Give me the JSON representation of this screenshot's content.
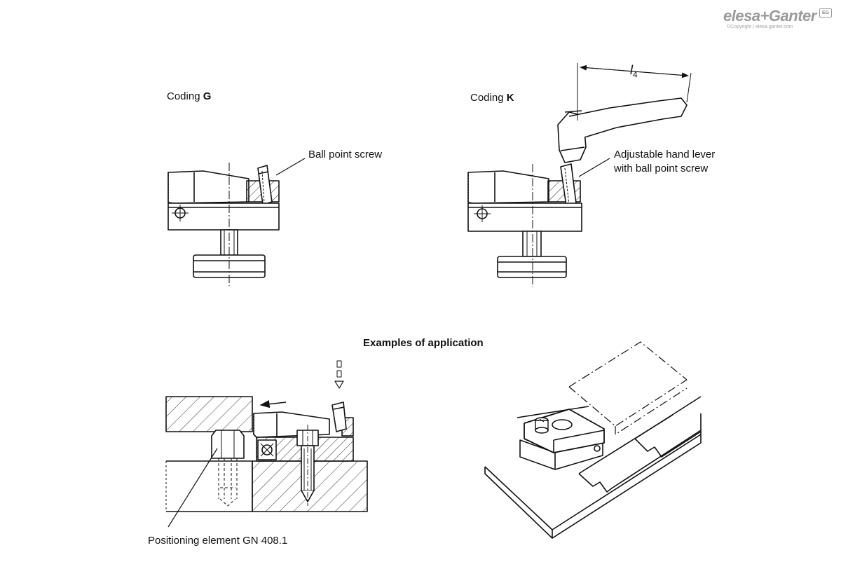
{
  "brand": {
    "logo_text": "elesa+Ganter",
    "copyright": "©Copyright | elesa-ganter.com",
    "badge": "EG"
  },
  "coding_g": {
    "prefix": "Coding ",
    "code": "G",
    "callout": "Ball point screw"
  },
  "coding_k": {
    "prefix": "Coding ",
    "code": "K",
    "callout_line1": "Adjustable hand lever",
    "callout_line2": "with ball point screw",
    "dim_label": "l",
    "dim_sub": "4"
  },
  "examples": {
    "title": "Examples of application",
    "positioning_label": "Positioning element GN 408.1"
  }
}
